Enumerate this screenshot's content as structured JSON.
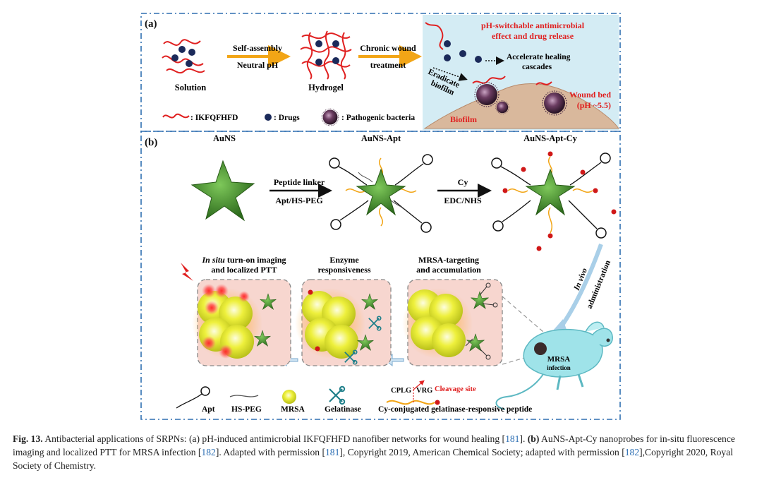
{
  "panel_a": {
    "label": "(a)",
    "solution": "Solution",
    "self_assembly": "Self-assembly",
    "neutral_ph": "Neutral pH",
    "hydrogel": "Hydrogel",
    "chronic_wound_1": "Chronic wound",
    "chronic_wound_2": "treatment",
    "ph_switch_1": "pH-switchable antimicrobial",
    "ph_switch_2": "effect and drug release",
    "accel_1": "Accelerate healing",
    "accel_2": "cascades",
    "eradicate_1": "Eradicate",
    "eradicate_2": "biofilm",
    "wound_bed_1": "Wound bed",
    "wound_bed_2": "(pH ~5.5)",
    "biofilm": "Biofilm",
    "legend_peptide": ": IKFQFHFD",
    "legend_drugs": ": Drugs",
    "legend_bacteria": ": Pathogenic bacteria"
  },
  "panel_b": {
    "label": "(b)",
    "auns": "AuNS",
    "auns_apt": "AuNS-Apt",
    "auns_apt_cy": "AuNS-Apt-Cy",
    "peptide_linker": "Peptide linker",
    "apt_hs_peg": "Apt/HS-PEG",
    "cy": "Cy",
    "edc_nhs": "EDC/NHS",
    "insitu_1": "In situ",
    "insitu_1b": " turn-on imaging",
    "insitu_2": "and localized PTT",
    "enzyme_1": "Enzyme",
    "enzyme_2": "responsiveness",
    "mrsa_target_1": "MRSA-targeting",
    "mrsa_target_2": "and accumulation",
    "invivo_1": "In vivo",
    "invivo_2": "administration",
    "mrsa_infection_1": "MRSA",
    "mrsa_infection_2": "infection",
    "legend_apt": "Apt",
    "legend_hspeg": "HS-PEG",
    "legend_mrsa": "MRSA",
    "legend_gelatinase": "Gelatinase",
    "cplg": "CPLG",
    "vrg": "VRG",
    "cleavage": "Cleavage site",
    "legend_peptide": "Cy-conjugated gelatinase-responsive peptide"
  },
  "caption": {
    "fig": "Fig. 13.",
    "t1": " Antibacterial applications of SRPNs: (a) pH-induced antimicrobial IKFQFHFD nanofiber networks for wound healing [",
    "r1": "181",
    "t2": "]. ",
    "b": "(b)",
    "t3": " AuNS-Apt-Cy nanoprobes for in-situ fluorescence imaging and localized PTT for MRSA infection [",
    "r2": "182",
    "t4": "]. Adapted with permission [",
    "r3": "181",
    "t5": "], Copyright 2019, American Chemical Society; adapted with permission [",
    "r4": "182",
    "t6": "],Copyright 2020, Royal Society of Chemistry."
  },
  "colors": {
    "frame": "#2f6fb0",
    "arrow": "#f2a516",
    "red": "#e02020",
    "drug": "#1b2a5a",
    "star": "#3f8f2a",
    "panel_bg": "#d4ecf4",
    "box_bg": "#f7d6cf",
    "mouse": "#9fe3e9"
  }
}
